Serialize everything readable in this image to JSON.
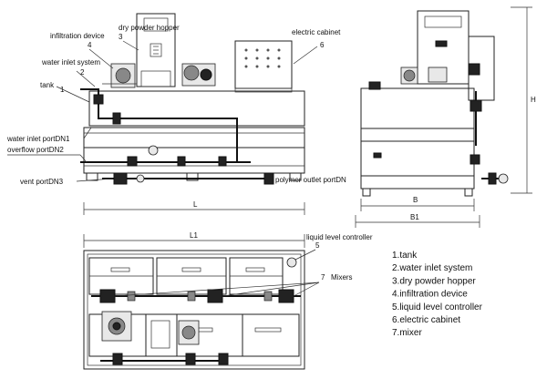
{
  "front_view": {
    "callouts": {
      "dry_powder_hopper": "dry powder hopper",
      "hopper_num": "3",
      "infiltration_device": "infiltration device",
      "infiltration_num": "4",
      "water_inlet_system": "water inlet system",
      "water_inlet_num": "2",
      "tank": "tank",
      "tank_num": "1",
      "electric_cabinet": "electric cabinet",
      "cabinet_num": "6"
    },
    "ports": {
      "water_inlet_port": "water inlet portDN1",
      "overflow_port": "overflow portDN2",
      "vent_port": "vent portDN3",
      "polymer_outlet_port": "polymer outlet portDN"
    },
    "dimension_label": "L"
  },
  "side_view": {
    "dim_h": "H",
    "dim_b": "B",
    "dim_b1": "B1"
  },
  "top_view": {
    "dim_l1": "L1",
    "liquid_level_controller": "liquid level controller",
    "liquid_level_num": "5",
    "mixers": "Mixers",
    "mixers_num": "7"
  },
  "legend": {
    "items": [
      "1.tank",
      "2.water inlet system",
      "3.dry powder hopper",
      "4.infiltration device",
      "5.liquid level controller",
      "6.electric cabinet",
      "7.mixer"
    ]
  }
}
